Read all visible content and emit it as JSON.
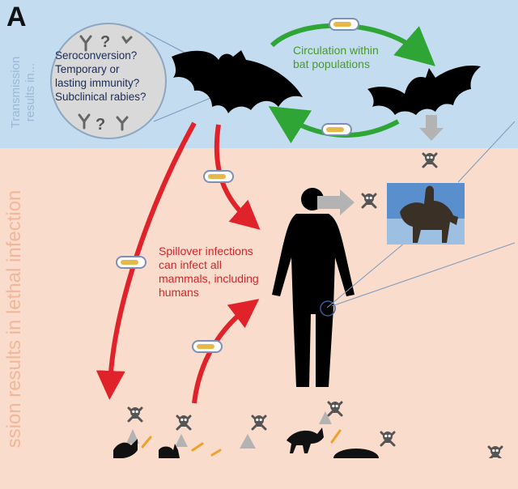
{
  "panel_letter": "A",
  "left_labels": {
    "top": [
      "Transmission",
      "results in..."
    ],
    "bottom": "ssion results in lethal infection"
  },
  "bubble": {
    "lines": [
      "Seroconversion?",
      "Temporary or",
      "lasting immunity?",
      "Subclinical rabies?"
    ]
  },
  "labels": {
    "circulation": [
      "Circulation within",
      "bat populations"
    ],
    "spillover": [
      "Spillover infections",
      "can infect all",
      "mammals, including",
      "humans"
    ]
  },
  "colors": {
    "bat_zone": "#c3dcef",
    "lethal_zone": "#fadccc",
    "green_arrow": "#2fa535",
    "red_arrow": "#e0232b",
    "gray_arrow": "#b3b3b3",
    "orange_arrow": "#f0a12a"
  },
  "icons": [
    "bat-icon",
    "human-silhouette-icon",
    "skull-crossbones-icon",
    "virus-capsule-icon",
    "antibody-icon",
    "statue-photo",
    "fox-icon",
    "cat-icon",
    "dog-icon"
  ]
}
